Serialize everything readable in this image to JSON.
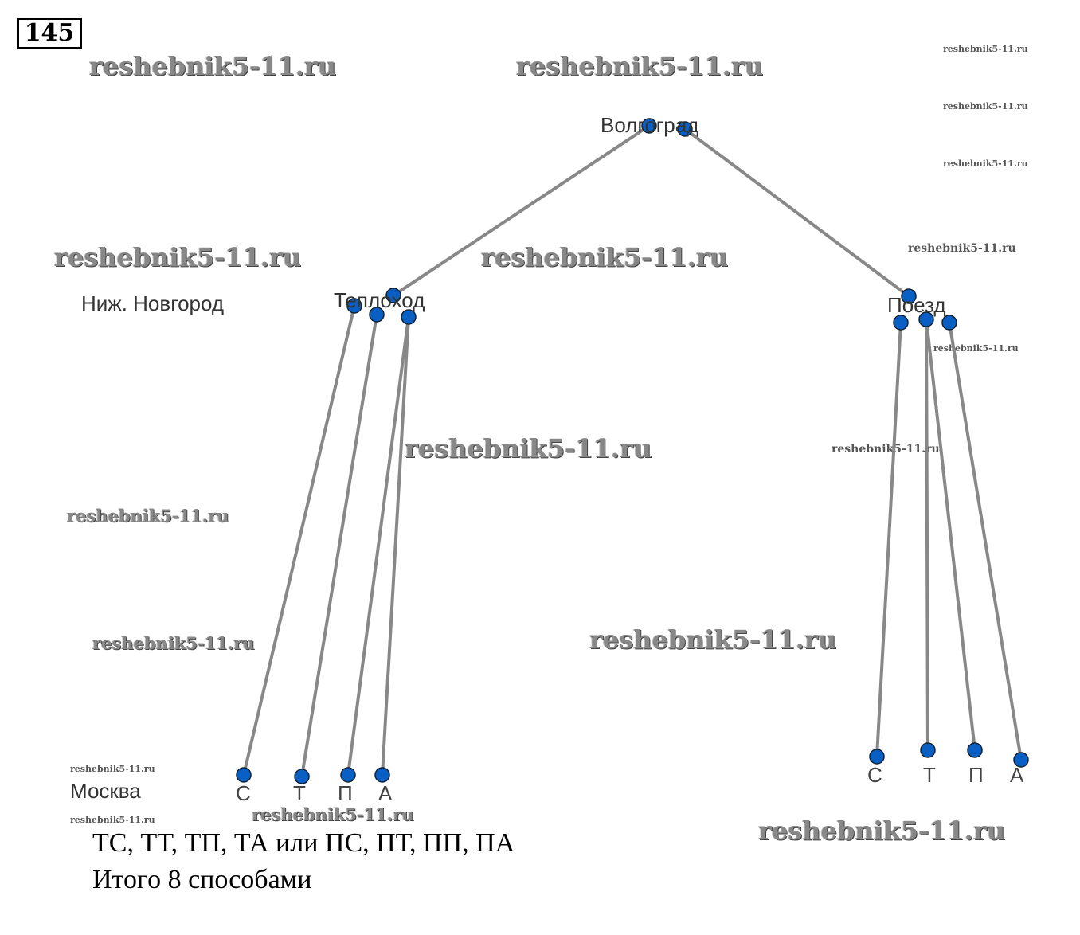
{
  "problem_number": "145",
  "watermark": "reshebnik5-11.ru",
  "tree": {
    "root": "Волгоград",
    "start_label": "Ниж. Новгород",
    "end_label": "Москва",
    "branches": [
      {
        "label": "Теплоход",
        "leaves": [
          "С",
          "Т",
          "П",
          "А"
        ]
      },
      {
        "label": "Поезд",
        "leaves": [
          "С",
          "Т",
          "П",
          "А"
        ]
      }
    ]
  },
  "answer": {
    "line1": "ТС, ТТ, ТП, ТА или ПС, ПТ, ПП, ПА",
    "line2": "Итого 8 способами"
  },
  "colors": {
    "node": "#0a5fc4",
    "edge": "#888888"
  }
}
